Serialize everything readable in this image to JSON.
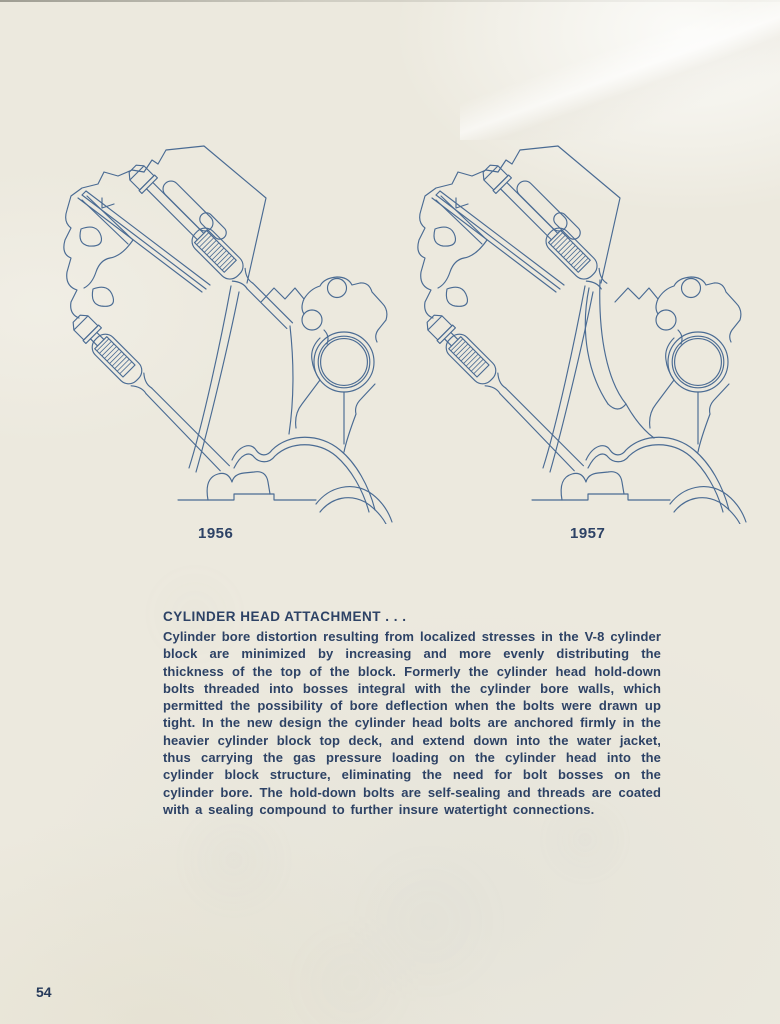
{
  "document": {
    "type": "vintage-engineering-booklet-page",
    "page_number": "54"
  },
  "colors": {
    "paper": "#ece9de",
    "line_ink": "#4a6b93",
    "text_ink": "#2d4265"
  },
  "figures": [
    {
      "label": "1956",
      "description": "cross-section drawing of 1956 V-8 cylinder block head bolt attachment"
    },
    {
      "label": "1957",
      "description": "cross-section drawing of 1957 V-8 cylinder block head bolt attachment with longer hold-down bolts"
    }
  ],
  "section": {
    "heading": "CYLINDER HEAD ATTACHMENT .  .  .",
    "body": "Cylinder bore distortion resulting from localized stresses in the V-8 cylinder block are minimized by increasing and more evenly distributing the thickness of the top of the block. Formerly the cylinder head hold-down bolts threaded into bosses integral with the cylinder bore walls, which permitted the possibility of bore deflection when the bolts were drawn up tight. In the new design the cylinder head bolts are anchored firmly in the heavier cylinder block top deck, and extend down into the water jacket, thus carrying the gas pressure loading on the cylinder head into the cylinder block structure, eliminating the need for bolt bosses on the cylinder bore. The hold-down bolts are self-sealing and threads are coated with a sealing compound to further insure watertight connections."
  }
}
